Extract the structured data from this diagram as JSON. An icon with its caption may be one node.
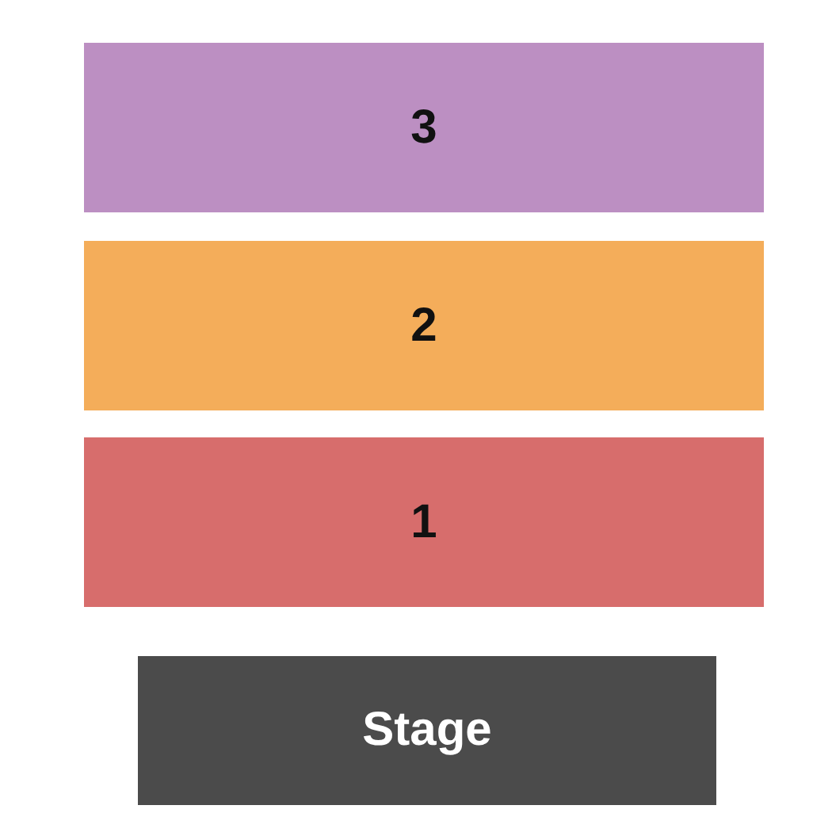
{
  "diagram": {
    "nodes": [
      {
        "text": [
          "3"
        ]
      },
      {
        "text": [
          "2"
        ]
      },
      {
        "text": [
          "1"
        ]
      },
      {
        "text": [
          "Stage"
        ]
      }
    ]
  }
}
